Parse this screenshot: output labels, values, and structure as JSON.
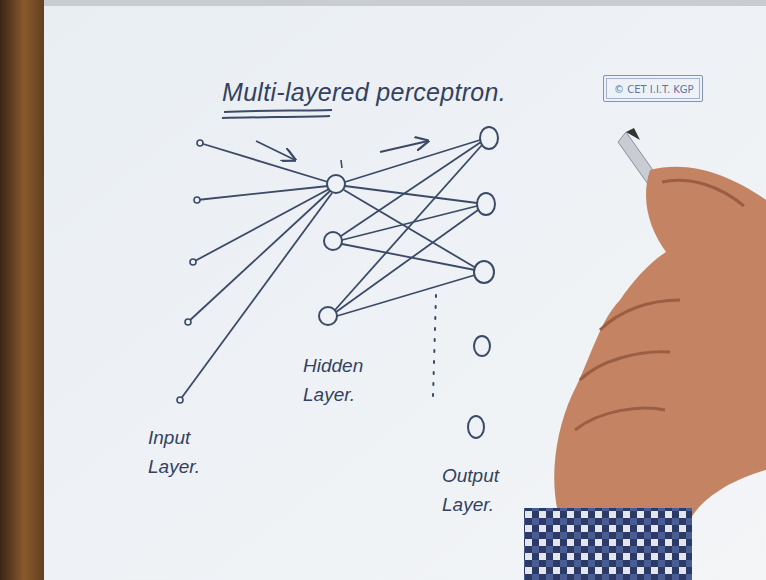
{
  "diagram": {
    "title": "Multi-layered perceptron.",
    "nodes": [
      {
        "text": [
          "© CET I.I.T. KGP"
        ]
      }
    ],
    "labels": [
      "Hidden Layer.",
      "Input Layer.",
      "Output Layer."
    ]
  }
}
